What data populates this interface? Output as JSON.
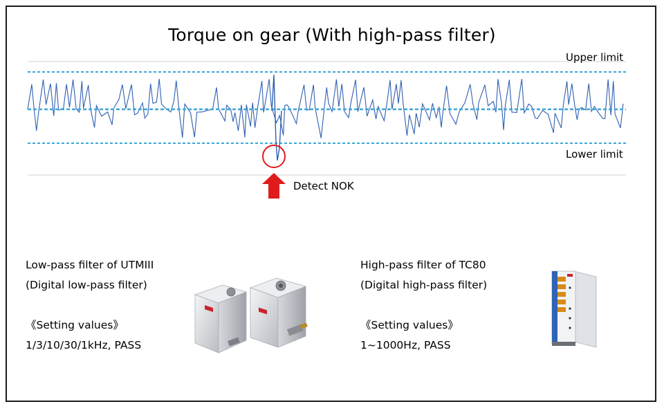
{
  "diagram": {
    "title": "Torque on gear (With high-pass filter)",
    "upper_limit_label": "Upper limit",
    "lower_limit_label": "Lower limit",
    "detect_label": "Detect NOK",
    "colors": {
      "waveform": "#2f5fb0",
      "limit_line": "#3aa6d8",
      "nok_marker": "#e01b1b"
    }
  },
  "left_block": {
    "line1": "Low-pass filter of UTMIII",
    "line2": "(Digital low-pass filter)",
    "line3": "",
    "line4": "《Setting values》",
    "line5": "1/3/10/30/1kHz, PASS"
  },
  "right_block": {
    "line1": "High-pass filter of TC80",
    "line2": "(Digital high-pass filter)",
    "line3": "",
    "line4": "《Setting values》",
    "line5": "1~1000Hz, PASS"
  }
}
